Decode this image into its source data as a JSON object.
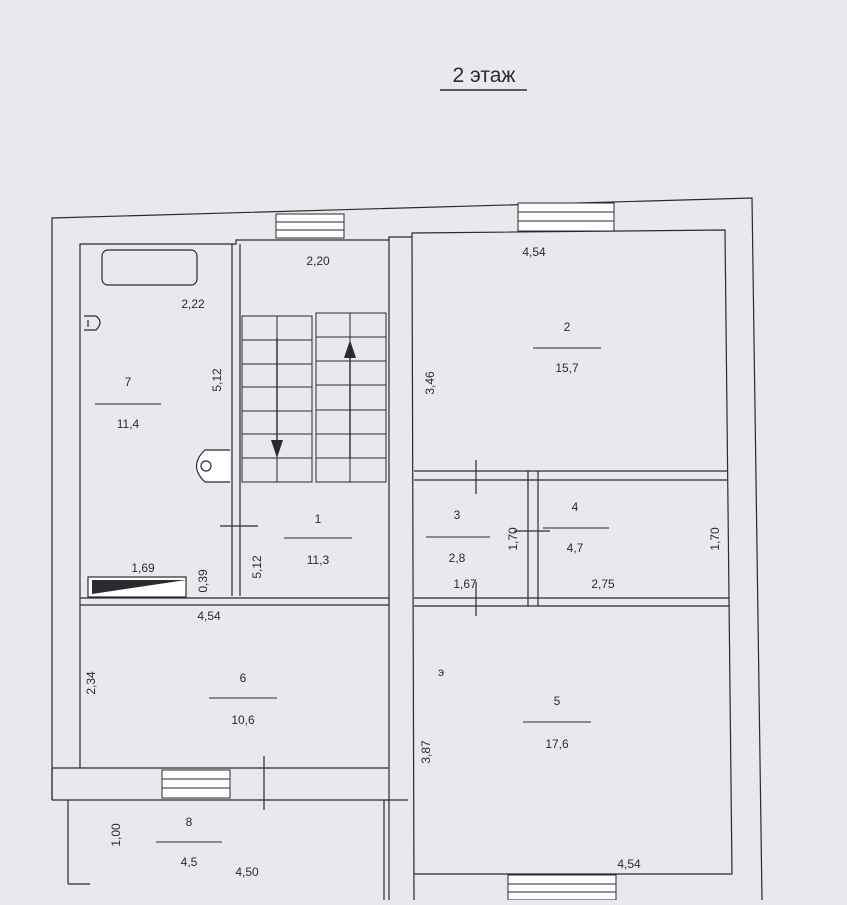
{
  "title": "2 этаж",
  "colors": {
    "paper": "#e9e8ee",
    "wall_fill": "#ffffff",
    "ink": "#2a2a2f"
  },
  "rooms": [
    {
      "id": "room-1",
      "number": "1",
      "area": "11,3"
    },
    {
      "id": "room-2",
      "number": "2",
      "area": "15,7"
    },
    {
      "id": "room-3",
      "number": "3",
      "area": "2,8"
    },
    {
      "id": "room-4",
      "number": "4",
      "area": "4,7"
    },
    {
      "id": "room-5",
      "number": "5",
      "area": "17,6"
    },
    {
      "id": "room-6",
      "number": "6",
      "area": "10,6"
    },
    {
      "id": "room-7",
      "number": "7",
      "area": "11,4"
    },
    {
      "id": "room-8",
      "number": "8",
      "area": "4,5"
    }
  ],
  "dimensions": {
    "room7_width": "2,22",
    "room7_length": "5,12",
    "stair_width": "2,20",
    "room1_length": "5,12",
    "room2_width": "4,54",
    "room2_length": "3,46",
    "room3_width": "1,67",
    "room3_length": "1,70",
    "room4_width": "2,75",
    "room4_length": "1,70",
    "niche_width": "1,69",
    "niche_depth": "0,39",
    "room6_width": "4,54",
    "room6_length": "2,34",
    "room5_length": "3,87",
    "room5_width": "4,54",
    "room8_width": "4,50",
    "room8_length": "1,00"
  },
  "marks": {
    "electric_mark": "э"
  }
}
